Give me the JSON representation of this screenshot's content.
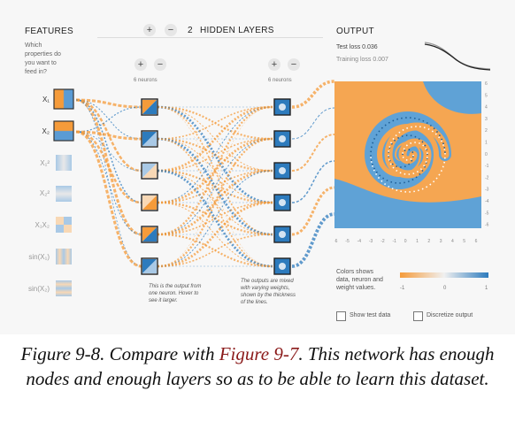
{
  "header": {
    "features_title": "FEATURES",
    "features_question": [
      "Which",
      "properties do",
      "you want to",
      "feed in?"
    ],
    "hidden_layers_count": "2",
    "hidden_layers_label": "HIDDEN LAYERS",
    "plus_symbol": "+",
    "minus_symbol": "−",
    "output_title": "OUTPUT",
    "test_loss": "Test loss 0.036",
    "training_loss": "Training loss 0.007"
  },
  "features": [
    {
      "label": "X₁",
      "active": true
    },
    {
      "label": "X₂",
      "active": true
    },
    {
      "label": "X₁²",
      "active": false
    },
    {
      "label": "X₂²",
      "active": false
    },
    {
      "label": "X₁X₂",
      "active": false
    },
    {
      "label": "sin(X₁)",
      "active": false
    },
    {
      "label": "sin(X₂)",
      "active": false
    }
  ],
  "layers": [
    {
      "neurons_label": "6 neurons"
    },
    {
      "neurons_label": "6 neurons"
    }
  ],
  "annotations": {
    "neuron_note": "This is the output from one neuron. Hover to see it larger.",
    "weights_note": "The outputs are mixed with varying weights, shown by the thickness of the lines."
  },
  "output": {
    "x_ticks": [
      "-6",
      "-5",
      "-4",
      "-3",
      "-2",
      "-1",
      "0",
      "1",
      "2",
      "3",
      "4",
      "5",
      "6"
    ],
    "y_ticks": [
      "6",
      "5",
      "4",
      "3",
      "2",
      "1",
      "0",
      "-1",
      "-2",
      "-3",
      "-4",
      "-5",
      "-6"
    ],
    "legend_text": [
      "Colors shows",
      "data, neuron and",
      "weight values."
    ],
    "legend_scale": [
      "-1",
      "0",
      "1"
    ],
    "show_test_data": "Show test data",
    "discretize_output": "Discretize output"
  },
  "colors": {
    "orange": "#f59b3a",
    "blue": "#2d7bbd",
    "panel_bg": "#f7f7f7"
  },
  "caption": {
    "prefix": "Figure 9-8. Compare with ",
    "link": "Figure 9-7",
    "suffix": ". This network has enough nodes and enough layers so as to be able to learn this dataset."
  }
}
